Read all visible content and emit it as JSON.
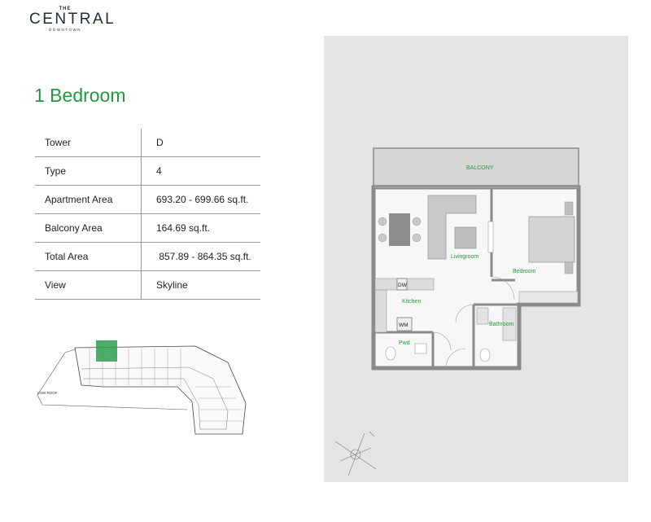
{
  "logo": {
    "top": "THE",
    "main": "CENTRAL",
    "bottom": "DOWNTOWN"
  },
  "title": "1 Bedroom",
  "specs": [
    {
      "label": "Tower",
      "value": "D"
    },
    {
      "label": "Type",
      "value": "4"
    },
    {
      "label": "Apartment Area",
      "value": "693.20 - 699.66 sq.ft."
    },
    {
      "label": "Balcony Area",
      "value": "164.69 sq.ft."
    },
    {
      "label": "Total Area",
      "value": " 857.89 - 864.35 sq.ft."
    },
    {
      "label": "View",
      "value": "Skyline"
    }
  ],
  "keyplan": {
    "low_roof": "LOW ROOF"
  },
  "floorplan": {
    "rooms": {
      "balcony": "BALCONY",
      "livingroom": "Livingroom",
      "bedroom": "Bedroom",
      "kitchen": "Kitchen",
      "bathroom": "Bathroom",
      "pwd": "Pwd"
    },
    "appliances": {
      "dishwasher": "DW",
      "washing_machine": "WM"
    }
  },
  "colors": {
    "accent": "#1f9a3f",
    "plan_bg": "#e5e5e3",
    "wall": "#8a8a8a"
  }
}
